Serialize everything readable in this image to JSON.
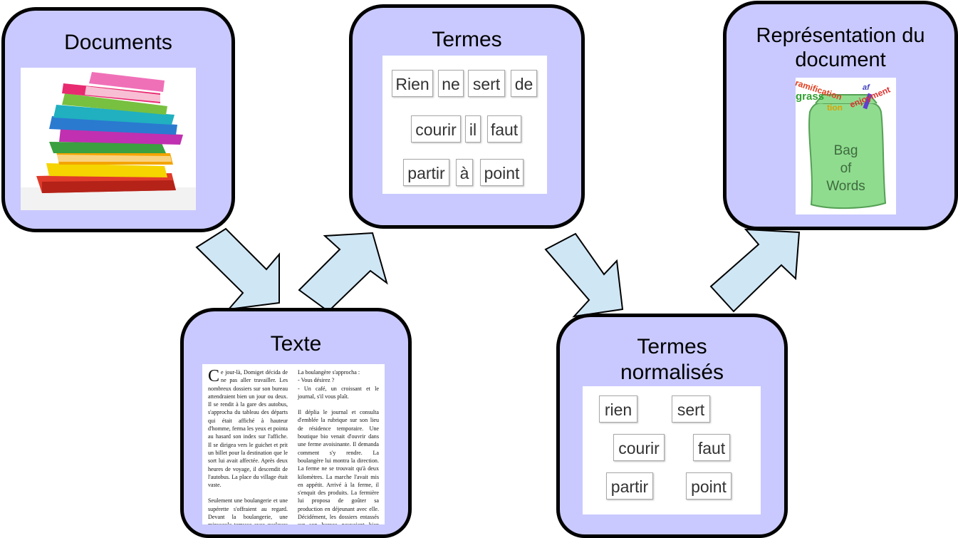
{
  "boxes": {
    "documents": {
      "title": "Documents"
    },
    "texte": {
      "title": "Texte",
      "col1": [
        "e jour-là, Domiget décida de ne pas aller travailler. Les nombreux dossiers sur son bureau attendraient bien un jour ou deux. Il se rendit à la gare des autobus, s'approcha du tableau des départs qui était affiché à hauteur d'homme, ferma les yeux et pointa au hasard son index sur l'affiche. Il se dirigea vers le guichet et prit un billet pour la destination que le sort lui avait affectée. Après deux heures de voyage, il descendit de l'autobus. La place du village était vaste.",
        "Seulement une boulangerie et une supérette s'offraient au regard. Devant la boulangerie, une minuscule terrasse avec quelques tables prenait le soleil. Il s'assit."
      ],
      "dropcap": "C",
      "col2": [
        "La boulangère s'approcha :",
        "- Vous désirez ?",
        "- Un café, un croissant et le journal, s'il vous plaît.",
        "Il déplia le journal et consulta d'emblée la rubrique sur son lieu de résidence temporaire. Une boutique bio venait d'ouvrir dans une ferme avoisinante. Il demanda comment s'y rendre. La boulangère lui montra la direction. La ferme ne se trouvait qu'à deux kilomètres. La marche l'avait mis en appétit. Arrivé à la ferme, il s'enquit des produits. La fermière lui proposa de goûter sa production en déjeunant avec elle. Décidément, les dossiers entassés sur son bureau pouvaient bien attendre."
      ]
    },
    "termes": {
      "title": "Termes",
      "terms": [
        "Rien",
        "ne",
        "sert",
        "de",
        "courir",
        "il",
        "faut",
        "partir",
        "à",
        "point"
      ]
    },
    "termes_normalises": {
      "title_line1": "Termes",
      "title_line2": "normalisés",
      "terms": [
        "rien",
        "sert",
        "courir",
        "faut",
        "partir",
        "point"
      ]
    },
    "representation": {
      "title_line1": "Représentation du",
      "title_line2": "document",
      "bag_lines": [
        "Bag",
        "of",
        "Words"
      ],
      "words": [
        "ramification",
        "grass",
        "tion",
        "enjoyment",
        "af"
      ]
    }
  },
  "colors": {
    "box_fill": "#c9c9ff",
    "arrow_fill": "#cfe6f5",
    "bag_fill": "#8fdc8f",
    "bag_stroke": "#55a055"
  }
}
